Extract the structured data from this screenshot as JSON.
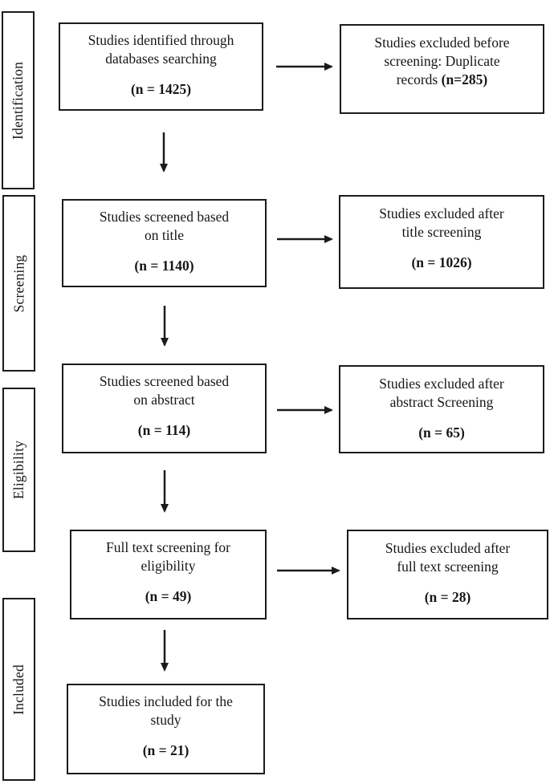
{
  "flow": {
    "stages": [
      {
        "label": "Identification"
      },
      {
        "label": "Screening"
      },
      {
        "label": "Eligibility"
      },
      {
        "label": "Included"
      }
    ],
    "main_boxes": [
      {
        "line1": "Studies identified through",
        "line2": "databases searching",
        "count": "(n = 1425)"
      },
      {
        "line1": "Studies screened based",
        "line2": "on title",
        "count": "(n = 1140)"
      },
      {
        "line1": "Studies screened based",
        "line2": "on abstract",
        "count": "(n = 114)"
      },
      {
        "line1": "Full text screening for",
        "line2": "eligibility",
        "count": "(n = 49)"
      },
      {
        "line1": "Studies included for the",
        "line2": "study",
        "count": "(n = 21)"
      }
    ],
    "excluded_boxes": [
      {
        "line1": "Studies excluded before",
        "line2": "screening: Duplicate",
        "line3_prefix": "records ",
        "count": "(n=285)"
      },
      {
        "line1": "Studies excluded after",
        "line2": "title screening",
        "count": "(n = 1026)"
      },
      {
        "line1": "Studies excluded after",
        "line2": "abstract Screening",
        "count": "(n = 65)"
      },
      {
        "line1": "Studies excluded after",
        "line2": "full text screening",
        "count": "(n = 28)"
      }
    ],
    "colors": {
      "line": "#1b1b1b",
      "background": "#ffffff",
      "text": "#161616"
    }
  }
}
